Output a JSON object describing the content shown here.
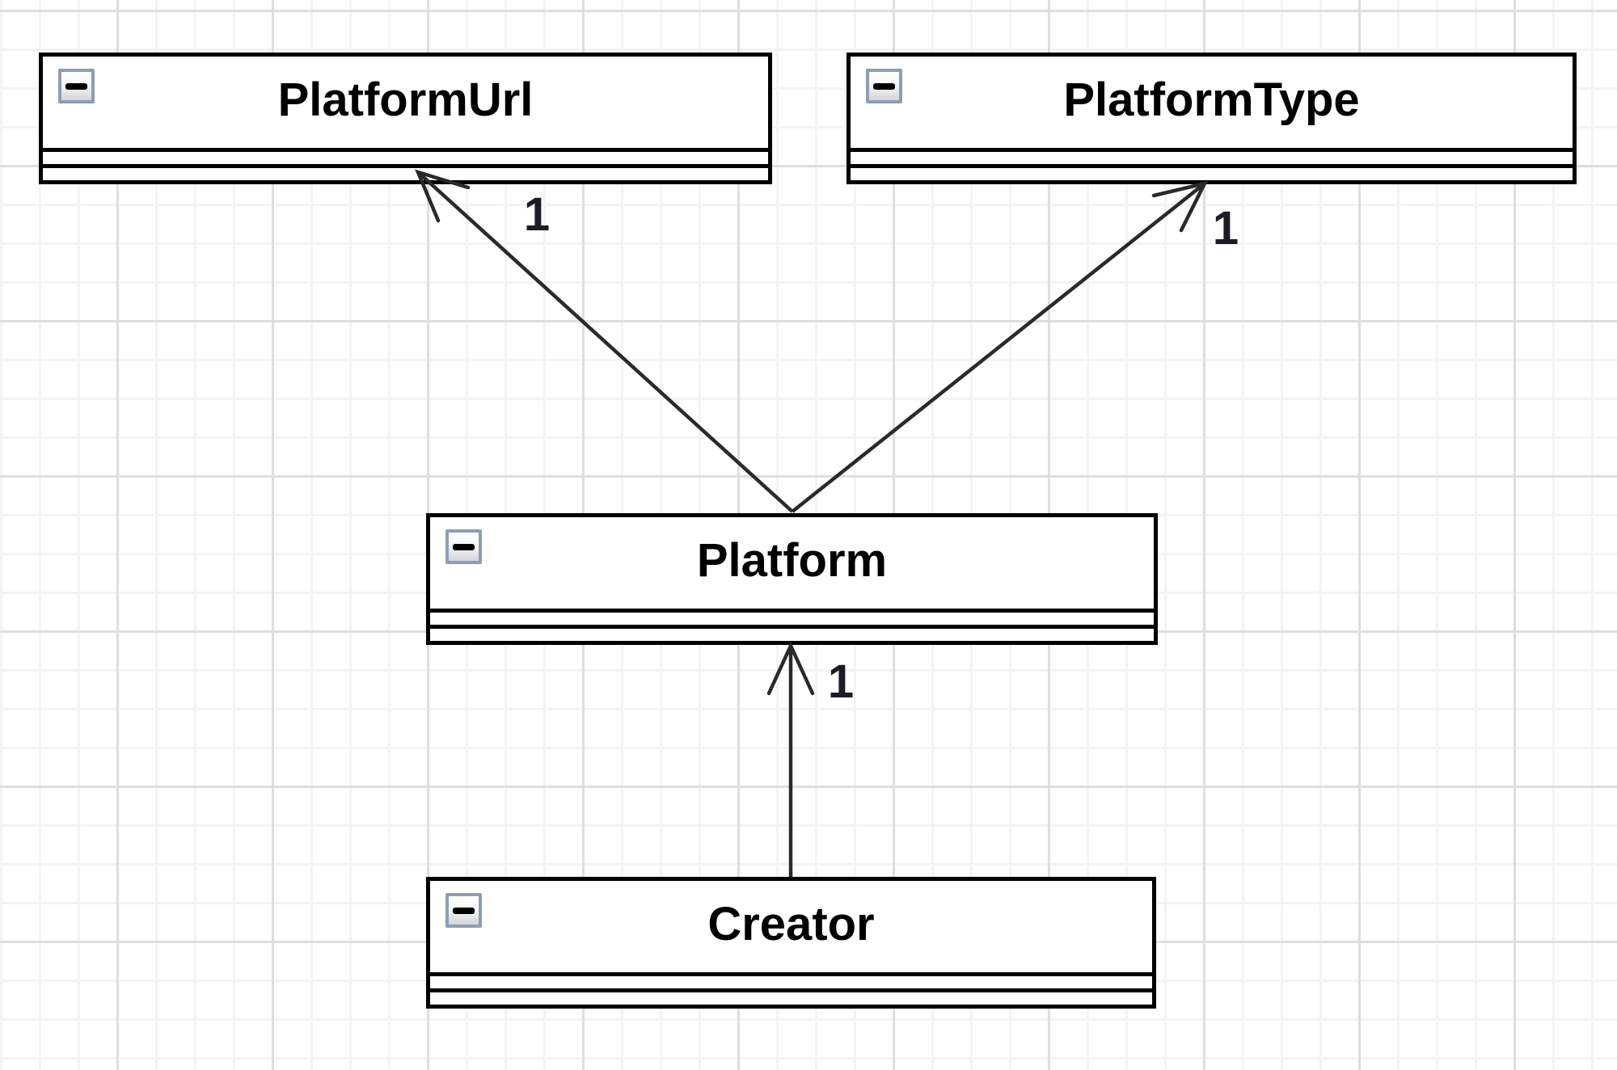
{
  "diagram": {
    "type": "uml-class-diagram",
    "classes": [
      {
        "name": "PlatformUrl"
      },
      {
        "name": "PlatformType"
      },
      {
        "name": "Platform"
      },
      {
        "name": "Creator"
      }
    ],
    "associations": [
      {
        "from": "Platform",
        "to": "PlatformUrl",
        "multiplicity": "1",
        "arrow": "open"
      },
      {
        "from": "Platform",
        "to": "PlatformType",
        "multiplicity": "1",
        "arrow": "open"
      },
      {
        "from": "Creator",
        "to": "Platform",
        "multiplicity": "1",
        "arrow": "open"
      }
    ],
    "collapse_icon": "minus-icon",
    "colors": {
      "box_border": "#000000",
      "box_fill": "#ffffff",
      "association_line": "#2a2a2a",
      "grid_minor": "#f4f4f4",
      "grid_major": "#dedede",
      "collapse_button_border": "#8f9db4",
      "canvas_background": "#ffffff"
    }
  }
}
